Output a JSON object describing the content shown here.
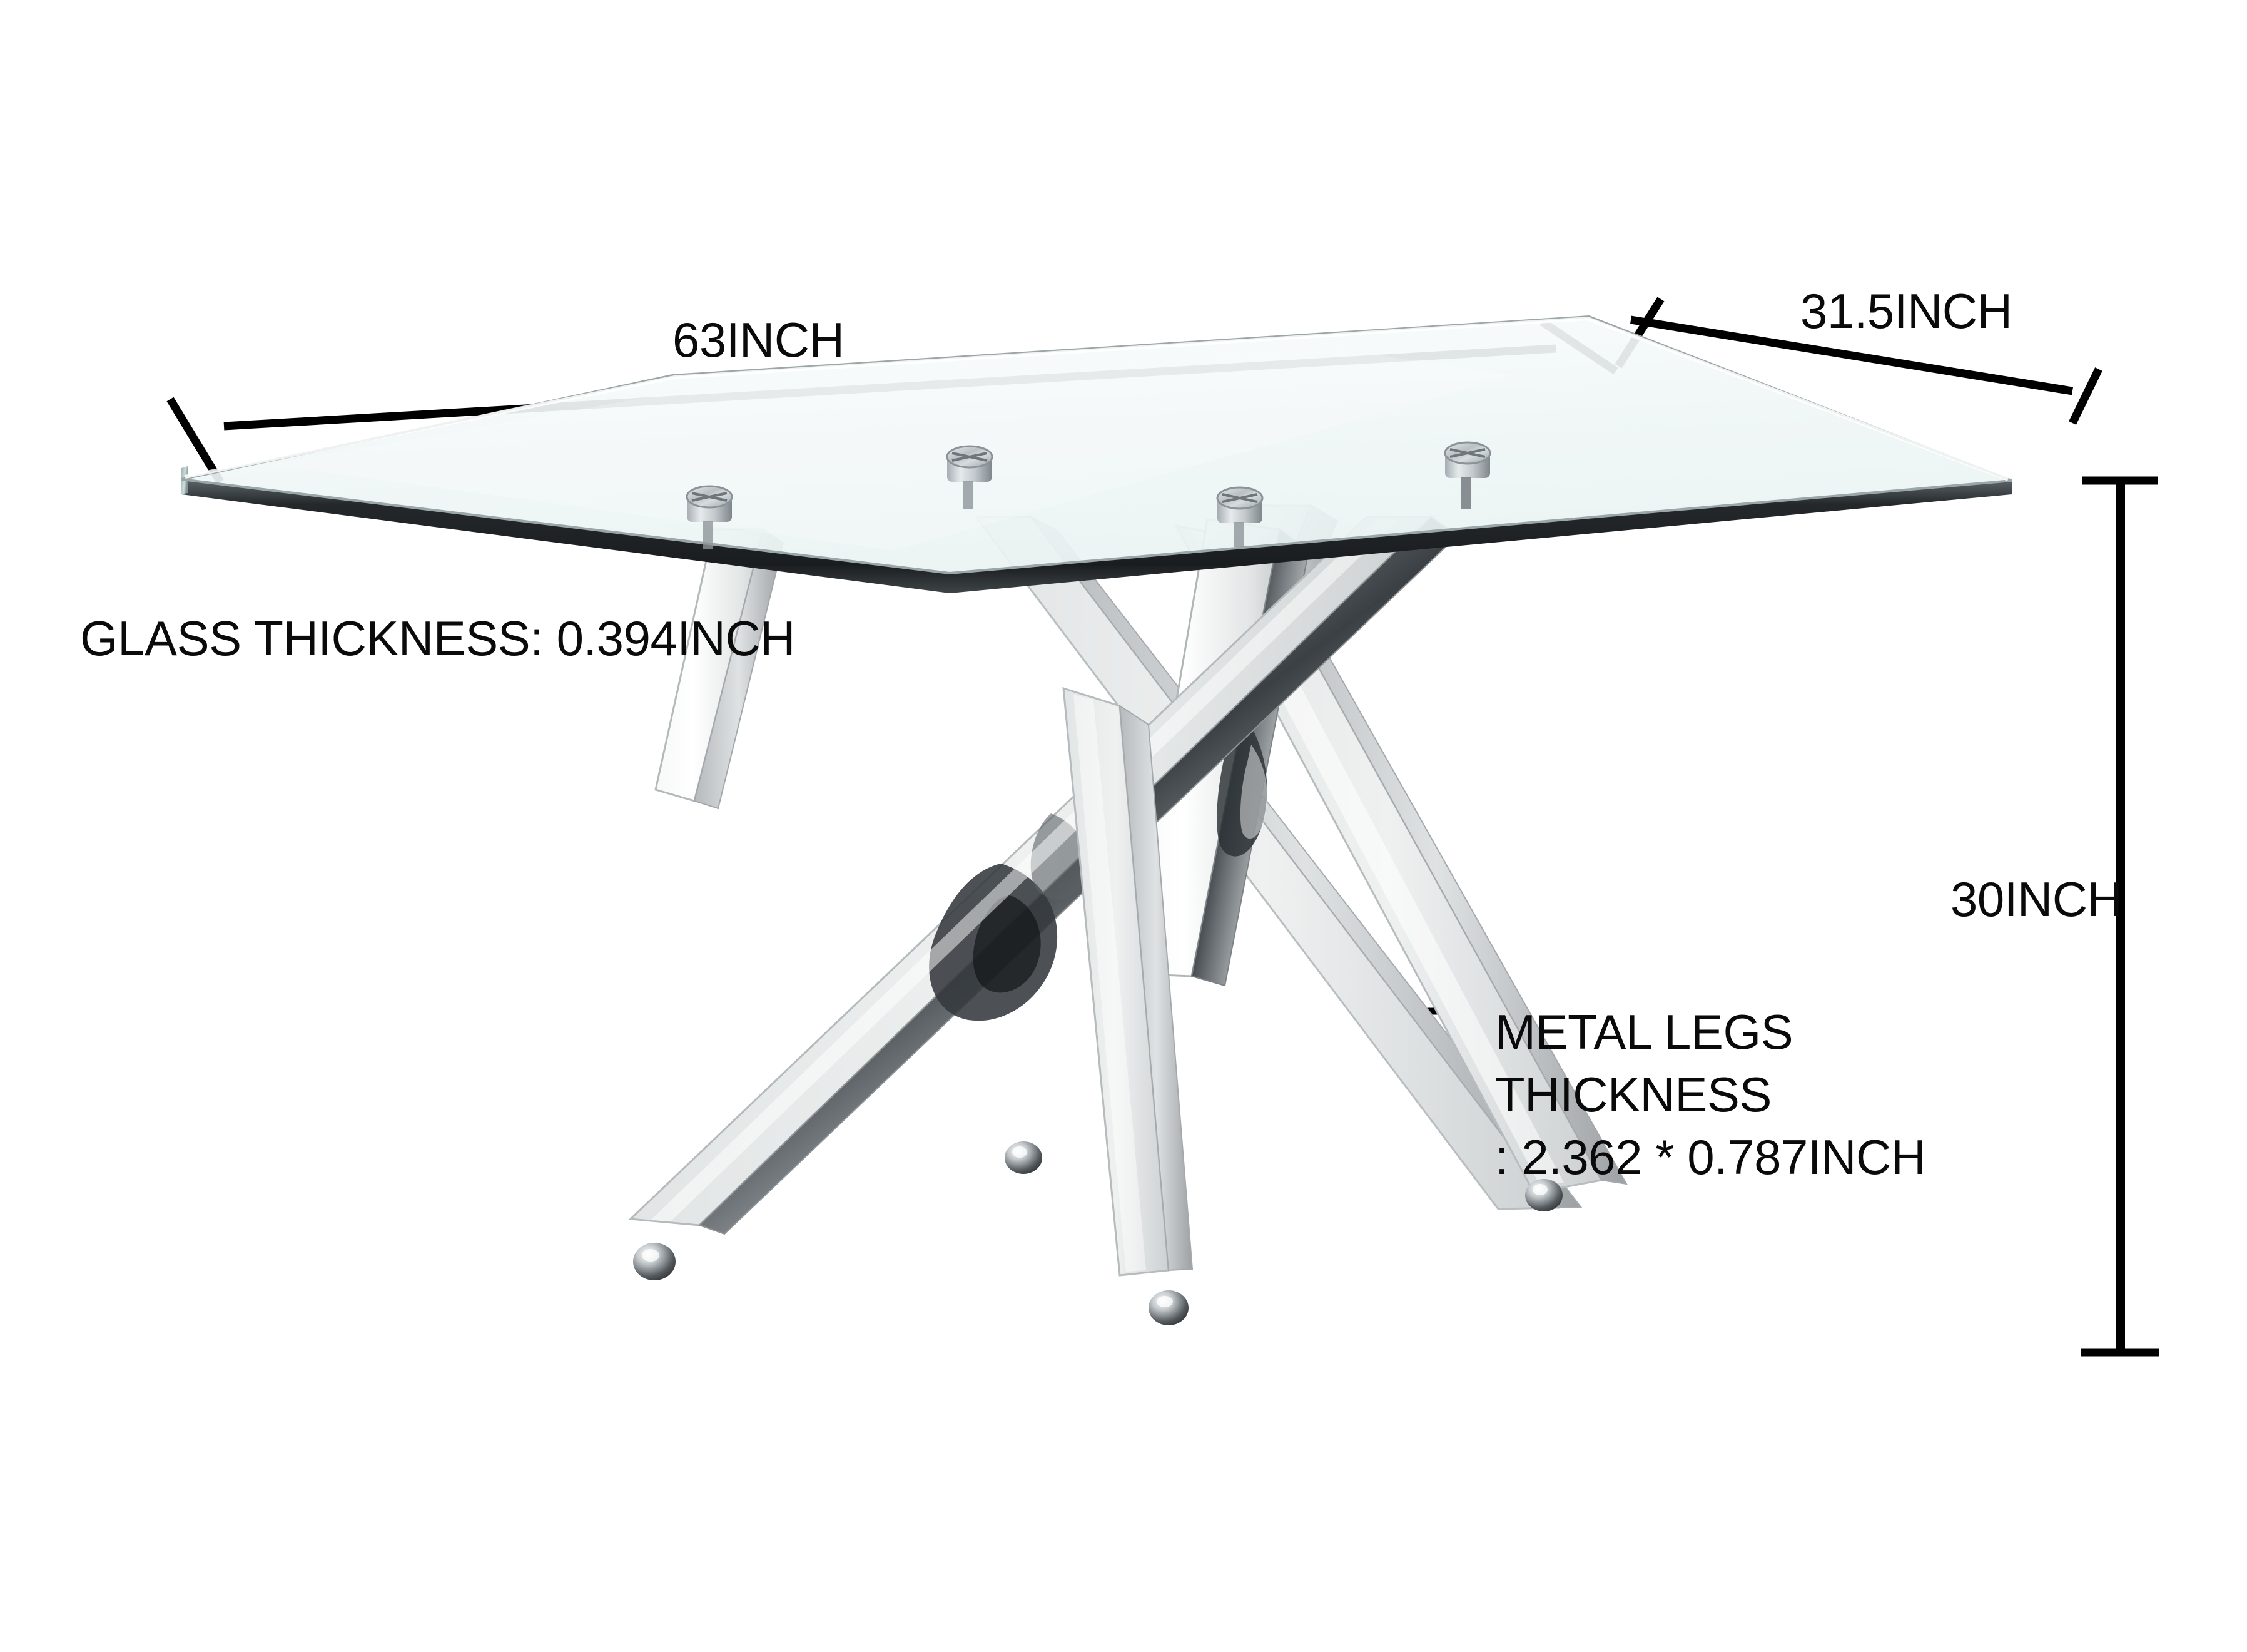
{
  "product": {
    "type": "rectangular glass dining table",
    "material_top": "tempered clear glass",
    "material_base": "polished chrome stainless steel crossed legs",
    "feet_count": 4,
    "mount_disc_count": 4
  },
  "dimensions": {
    "width_label": "63INCH",
    "depth_label": "31.5INCH",
    "height_label": "30INCH",
    "glass_thickness_label": "GLASS THICKNESS: 0.394INCH",
    "metal_legs_line1": "METAL LEGS THICKNESS",
    "metal_legs_line2": ": 2.362 * 0.787INCH"
  },
  "colors": {
    "background": "#ffffff",
    "dimension_line": "#000000",
    "text": "#0a0a0a",
    "glass_tint": "#f2f8f8",
    "glass_edge_dark": "#2b3033",
    "chrome_light": "#fdfdfd",
    "chrome_mid": "#d8dada",
    "chrome_shadow": "#8d9094",
    "chrome_dark": "#3a3d40"
  }
}
